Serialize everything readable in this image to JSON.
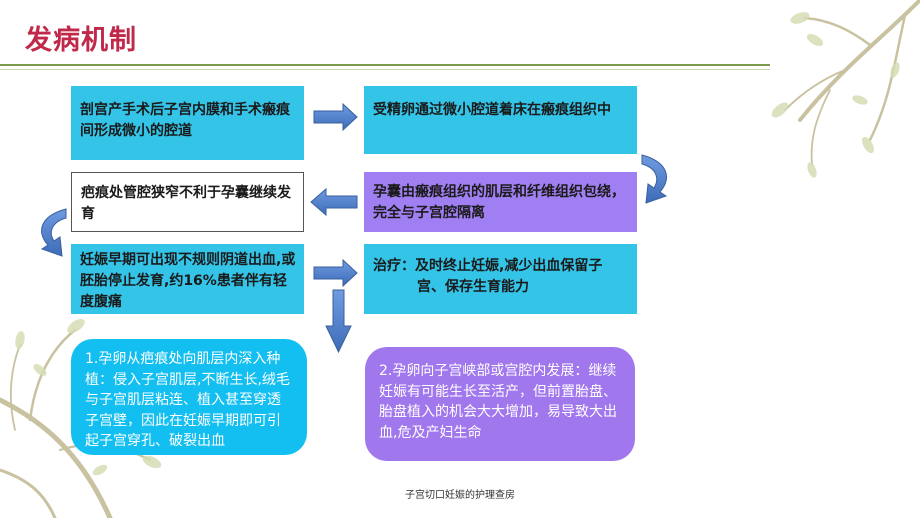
{
  "slide": {
    "title": "发病机制",
    "footer": "子宫切口妊娠的护理查房"
  },
  "boxes": {
    "b1": "剖宫产手术后子宫内膜和手术瘢痕间形成微小的腔道",
    "b2": "受精卵通过微小腔道着床在瘢痕组织中",
    "b3": "孕囊由瘢痕组织的肌层和纤维组织包绕，完全与子宫腔隔离",
    "b4": "疤痕处管腔狭窄不利于孕囊继续发育",
    "b5": "妊娠早期可出现不规则阴道出血,或胚胎停止发育,约16%患者伴有轻度腹痛",
    "b6_line1": "治疗：及时终止妊娠,减少出血保留子",
    "b6_line2": "宫、保存生育能力",
    "b7": "1.孕卵从疤痕处向肌层内深入种植：侵入子宫肌层,不断生长,绒毛与子宫肌层粘连、植入甚至穿透子宫壁，因此在妊娠早期即可引起子宫穿孔、破裂出血",
    "b8": "2.孕卵向子宫峡部或宫腔内发展：继续妊娠有可能生长至活产，但前置胎盘、胎盘植入的机会大大增加，易导致大出血,危及产妇生命"
  },
  "colors": {
    "title": "#c0294a",
    "cyan_box": "#33c4e8",
    "purple_box": "#a07ff2",
    "round_cyan": "#13bff0",
    "round_purple": "#a077ec",
    "arrow_fill": "#4f7fc7"
  },
  "decor": {
    "branch": "tree-branch-decoration"
  }
}
